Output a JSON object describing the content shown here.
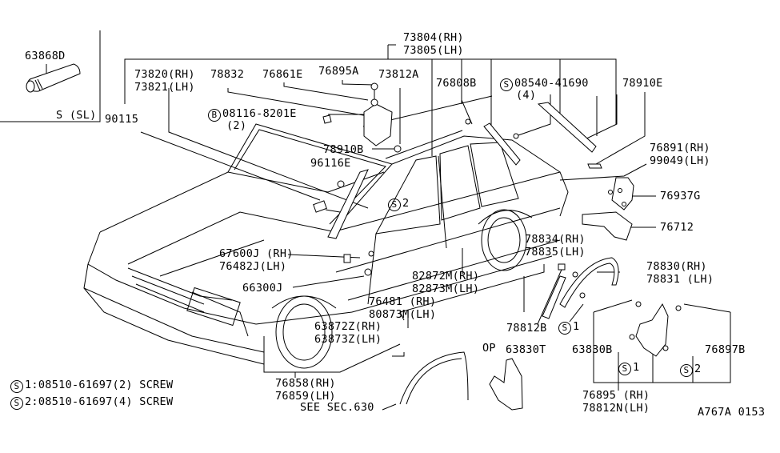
{
  "diagram": {
    "type": "exploded-parts-diagram",
    "subject": "sedan body exterior moldings, mudguards and fittings",
    "drawing_id": "A767A 0153",
    "inset": {
      "part": "63868D",
      "variant": "S (SL)"
    },
    "labels": {
      "p63868d": "63868D",
      "s_sl": "S (SL)",
      "p90115": "90115",
      "p73804": "73804(RH)",
      "p73805": "73805(LH)",
      "p73820": "73820(RH)",
      "p73821": "73821(LH)",
      "p78832": "78832",
      "p76861e": "76861E",
      "p76895a": "76895A",
      "p73812a": "73812A",
      "p76808b": "76808B",
      "p08540": "08540-41690",
      "p08540_qty": "(4)",
      "p78910e": "78910E",
      "p08116": "08116-8201E",
      "p08116_qty": "(2)",
      "p78910b": "78910B",
      "p96116e": "96116E",
      "s2_car": "2",
      "p76891": "76891(RH)",
      "p99049": "99049(LH)",
      "p76937g": "76937G",
      "p76712": "76712",
      "p67600j": "67600J (RH)",
      "p76482j": "76482J(LH)",
      "p66300j": "66300J",
      "p78834": "78834(RH)",
      "p78835": "78835(LH)",
      "p82872m": "82872M(RH)",
      "p82873m": "82873M(LH)",
      "p76481": "76481 (RH)",
      "p80873m": "80873M(LH)",
      "p63872z": "63872Z(RH)",
      "p63873z": "63873Z(LH)",
      "p78830": "78830(RH)",
      "p78831": "78831 (LH)",
      "p78812b": "78812B",
      "s1_flare": "1",
      "p63830b": "63830B",
      "p76897b": "76897B",
      "s1_guard": "1",
      "s2_guard": "2",
      "op": "OP",
      "p63830t": "63830T",
      "p76858": "76858(RH)",
      "p76859": "76859(LH)",
      "see_sec": "SEE SEC.630",
      "p76895": "76895 (RH)",
      "p78812n": "78812N(LH)",
      "drawing_id": "A767A 0153"
    },
    "symbols": {
      "screw": "S",
      "bolt": "B"
    },
    "legend": [
      {
        "symbol": "S",
        "text": "1:08510-61697(2) SCREW"
      },
      {
        "symbol": "S",
        "text": "2:08510-61697(4) SCREW"
      }
    ]
  }
}
